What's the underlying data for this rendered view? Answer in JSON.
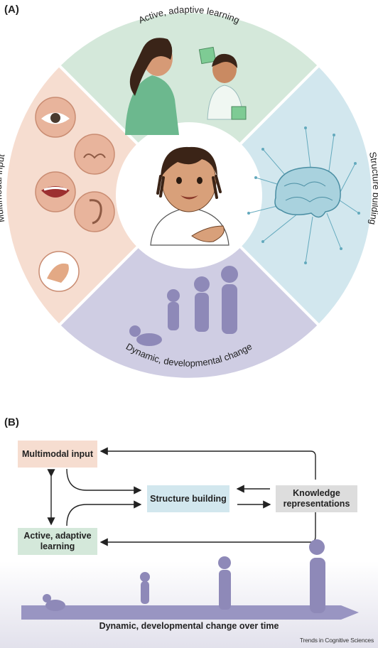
{
  "panel_a": {
    "label": "(A)",
    "sectors": {
      "top": "Active, adaptive learning",
      "right": "Structure building",
      "bottom": "Dynamic, developmental change",
      "left": "Multimodal input"
    },
    "colors": {
      "top": "#d4e8da",
      "right": "#d2e7ee",
      "bottom": "#cfcde3",
      "left": "#f6ddd0",
      "accent_circuit": "#63a9bd",
      "silhouette": "#8e89b8"
    },
    "icons": [
      "eye-icon",
      "nose-icon",
      "mouth-icon",
      "ear-icon",
      "hand-touch-icon",
      "brain-icon",
      "child-face-icon"
    ]
  },
  "panel_b": {
    "label": "(B)",
    "boxes": {
      "multimodal": "Multimodal input",
      "active": "Active, adaptive learning",
      "structure": "Structure building",
      "knowledge": "Knowledge representations"
    },
    "box_colors": {
      "multimodal": "#f6ddd0",
      "active": "#d4e8da",
      "structure": "#d2e7ee",
      "knowledge": "#dddddd"
    },
    "timeline_label": "Dynamic, developmental change over time"
  },
  "footer": "Trends in Cognitive Sciences"
}
